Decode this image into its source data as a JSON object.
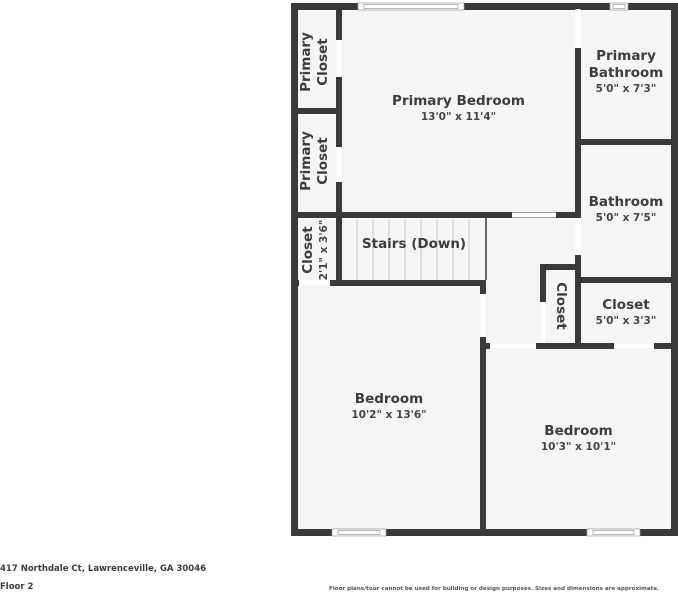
{
  "floorplan": {
    "wall_color": "#3a3a3a",
    "floor_color": "#f5f5f5",
    "rooms": [
      {
        "id": "primary-closet-1",
        "name": "Primary\nCloset",
        "name_line1": "Primary",
        "name_line2": "Closet",
        "dimensions": ""
      },
      {
        "id": "primary-closet-2",
        "name_line1": "Primary",
        "name_line2": "Closet",
        "dimensions": ""
      },
      {
        "id": "primary-bedroom",
        "name": "Primary Bedroom",
        "dimensions": "13'0\" x 11'4\""
      },
      {
        "id": "primary-bathroom",
        "name_line1": "Primary",
        "name_line2": "Bathroom",
        "dimensions": "5'0\" x 7'3\""
      },
      {
        "id": "bathroom",
        "name": "Bathroom",
        "dimensions": "5'0\" x 7'5\""
      },
      {
        "id": "stair-closet",
        "name": "Closet",
        "dimensions": "2'1\" x 3'6\""
      },
      {
        "id": "stairs",
        "name": "Stairs (Down)",
        "dimensions": ""
      },
      {
        "id": "hall-closet",
        "name": "Closet",
        "dimensions": ""
      },
      {
        "id": "closet-right",
        "name": "Closet",
        "dimensions": "5'0\" x 3'3\""
      },
      {
        "id": "bedroom-left",
        "name": "Bedroom",
        "dimensions": "10'2\" x 13'6\""
      },
      {
        "id": "bedroom-right",
        "name": "Bedroom",
        "dimensions": "10'3\" x 10'1\""
      }
    ]
  },
  "footer": {
    "address": "417 Northdale Ct, Lawrenceville, GA 30046",
    "floor": "Floor 2",
    "disclaimer": "Floor plans/tour cannot be used for building or design purposes. Sizes and dimensions are approximate."
  }
}
